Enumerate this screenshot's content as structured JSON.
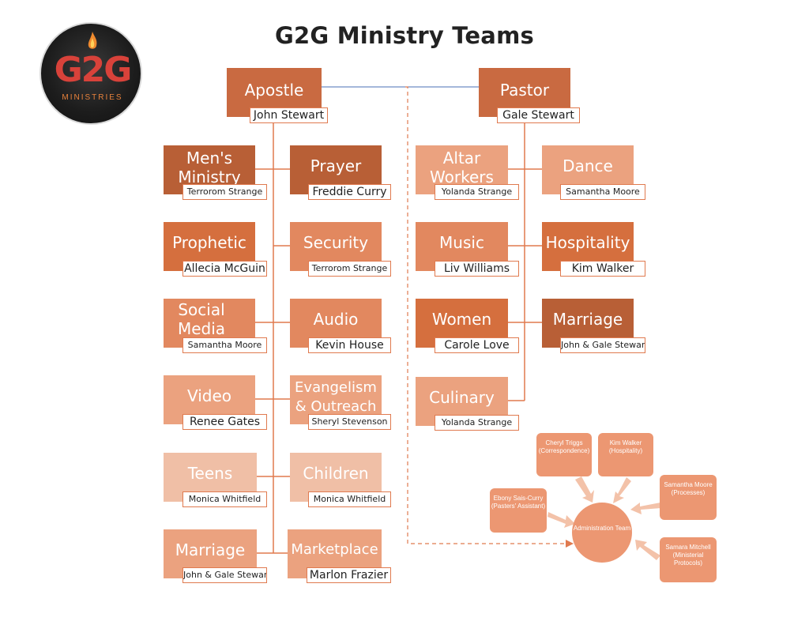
{
  "title": "G2G Ministry Teams",
  "logo": {
    "letters": "G2G",
    "sub": "MINISTRIES"
  },
  "leaders": {
    "apostle": {
      "role": "Apostle",
      "name": "John Stewart"
    },
    "pastor": {
      "role": "Pastor",
      "name": "Gale Stewart"
    }
  },
  "left_teams": [
    {
      "label": "Men's Ministry",
      "lead": "Terrorom Strange"
    },
    {
      "label": "Prayer",
      "lead": "Freddie Curry"
    },
    {
      "label": "Prophetic",
      "lead": "Allecia McGuin"
    },
    {
      "label": "Security",
      "lead": "Terrorom Strange"
    },
    {
      "label": "Social Media",
      "lead": "Samantha Moore"
    },
    {
      "label": "Audio",
      "lead": "Kevin House"
    },
    {
      "label": "Video",
      "lead": "Renee Gates"
    },
    {
      "label": "Evangelism & Outreach",
      "lead": "Sheryl Stevenson"
    },
    {
      "label": "Teens",
      "lead": "Monica Whitfield"
    },
    {
      "label": "Children",
      "lead": "Monica Whitfield"
    },
    {
      "label": "Marriage",
      "lead": "John & Gale Stewart"
    },
    {
      "label": "Marketplace",
      "lead": "Marlon Frazier"
    }
  ],
  "right_teams": [
    {
      "label": "Altar Workers",
      "lead": "Yolanda Strange"
    },
    {
      "label": "Dance",
      "lead": "Samantha Moore"
    },
    {
      "label": "Music",
      "lead": "Liv Williams"
    },
    {
      "label": "Hospitality",
      "lead": "Kim Walker"
    },
    {
      "label": "Women",
      "lead": "Carole Love"
    },
    {
      "label": "Marriage",
      "lead": "John & Gale Stewart"
    },
    {
      "label": "Culinary",
      "lead": "Yolanda Strange"
    }
  ],
  "admin": {
    "center": "Administration Team",
    "members": [
      {
        "name": "Cheryl Triggs",
        "role": "(Correspondence)"
      },
      {
        "name": "Kim Walker",
        "role": "(Hospitality)"
      },
      {
        "name": "Ebony Sais-Curry",
        "role": "(Pasters' Assistant)"
      },
      {
        "name": "Samantha Moore",
        "role": "(Processes)"
      },
      {
        "name": "Samara Mitchell",
        "role": "(Ministerial Protocols)"
      }
    ]
  },
  "colors": {
    "dark": "#b85f36",
    "orange": "#d56f3e",
    "mid": "#e2885f",
    "light": "#eba27f",
    "pale": "#f0bfa6",
    "line": "#e07a4f",
    "connector": "#4a6fb5"
  }
}
